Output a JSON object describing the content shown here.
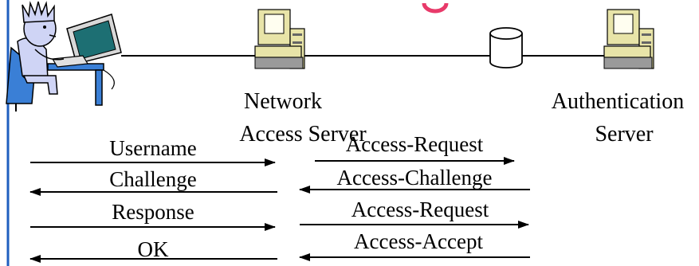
{
  "nodes": {
    "user": {
      "icon": "user-at-computer-icon"
    },
    "nas": {
      "icon": "server-computer-icon",
      "label_line1": "Network",
      "label_line2": "Access Server"
    },
    "db": {
      "icon": "database-cylinder-icon"
    },
    "auth": {
      "icon": "server-computer-icon",
      "label_line1": "Authentication",
      "label_line2": "Server"
    }
  },
  "left_messages": [
    {
      "text": "Username",
      "direction": "right"
    },
    {
      "text": "Challenge",
      "direction": "left"
    },
    {
      "text": "Response",
      "direction": "right"
    },
    {
      "text": "OK",
      "direction": "left"
    }
  ],
  "right_messages": [
    {
      "text": "Access-Request",
      "direction": "right"
    },
    {
      "text": "Access-Challenge",
      "direction": "left"
    },
    {
      "text": "Access-Request",
      "direction": "right"
    },
    {
      "text": "Access-Accept",
      "direction": "left"
    }
  ],
  "colors": {
    "edge_line": "#1f5fbf",
    "accent_arc": "#e83a6a",
    "server_body": "#e8e4a8",
    "server_shadow": "#9a9a9a",
    "monitor_screen": "#1d6f73",
    "user_skin": "#cfd4f5"
  }
}
